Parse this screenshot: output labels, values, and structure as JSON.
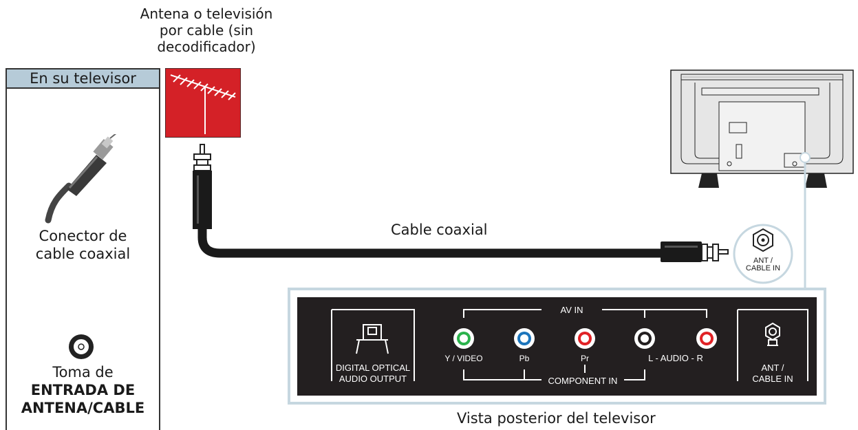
{
  "antenna_caption": [
    "Antena o televisión",
    "por cable (sin",
    "decodificador)"
  ],
  "side_panel": {
    "title": "En su televisor",
    "connector_label": [
      "Conector de",
      "cable coaxial"
    ],
    "jack_label_prefix": "Toma de",
    "jack_label_bold": [
      "ENTRADA DE",
      "ANTENA/CABLE"
    ]
  },
  "cable_label": "Cable coaxial",
  "ant_callout": [
    "ANT /",
    "CABLE IN"
  ],
  "rear_view_caption": "Vista posterior del televisor",
  "panel": {
    "av_in": "AV IN",
    "component_in": "COMPONENT IN",
    "optical": [
      "DIGITAL OPTICAL",
      "AUDIO OUTPUT"
    ],
    "y_video": "Y / VIDEO",
    "pb": "Pb",
    "pr": "Pr",
    "audio": "L  -  AUDIO  -  R",
    "ant": [
      "ANT /",
      "CABLE IN"
    ]
  },
  "colors": {
    "antenna_red": "#d42127",
    "panel_black": "#231f20",
    "frame_blue": "#c6d7e0",
    "green": "#2bb24c",
    "blue": "#1c75bc",
    "red": "#e02226"
  }
}
